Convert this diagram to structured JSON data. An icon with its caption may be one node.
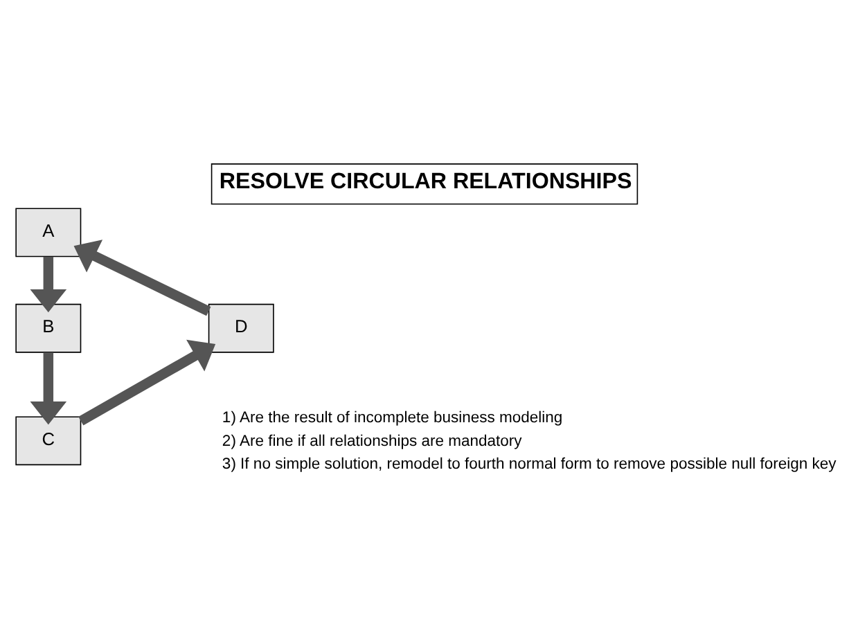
{
  "diagram": {
    "title": "RESOLVE CIRCULAR RELATIONSHIPS",
    "nodes": [
      {
        "text": [
          "A"
        ]
      },
      {
        "text": [
          "B"
        ]
      },
      {
        "text": [
          "C"
        ]
      },
      {
        "text": [
          "D"
        ]
      }
    ],
    "edges": [
      {
        "from": 3,
        "to": 0,
        "arrow": "to"
      },
      {
        "from": 0,
        "to": 1,
        "arrow": "to"
      },
      {
        "from": 1,
        "to": 2,
        "arrow": "to"
      },
      {
        "from": 2,
        "to": 3,
        "arrow": "to"
      }
    ],
    "labels": [
      "1) Are the result of incomplete business modeling",
      "2) Are fine if all relationships are mandatory",
      "3) If no simple solution, remodel to fourth normal form to remove possible null foreign key"
    ]
  }
}
